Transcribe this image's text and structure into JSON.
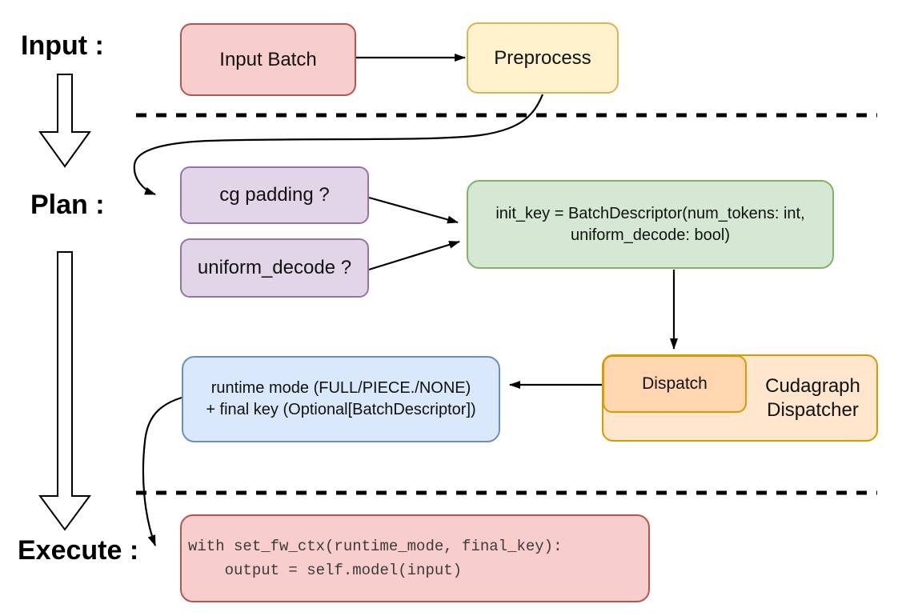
{
  "stage_labels": {
    "input": "Input :",
    "plan": "Plan :",
    "execute": "Execute :"
  },
  "nodes": {
    "input_batch": {
      "label": "Input Batch"
    },
    "preprocess": {
      "label": "Preprocess"
    },
    "cg_padding": {
      "label": "cg padding ?"
    },
    "uniform_decode": {
      "label": "uniform_decode ?"
    },
    "init_key": {
      "line1": "init_key = BatchDescriptor(num_tokens: int,",
      "line2": "uniform_decode: bool)"
    },
    "dispatch": {
      "label": "Dispatch"
    },
    "cudagraph_dispatcher": {
      "line1": "Cudagraph",
      "line2": "Dispatcher"
    },
    "runtime_mode": {
      "line1": "runtime mode (FULL/PIECE./NONE)",
      "line2": "+ final key (Optional[BatchDescriptor])"
    },
    "execute_code": {
      "line1": "with set_fw_ctx(runtime_mode, final_key):",
      "line2": "    output = self.model(input)"
    }
  },
  "styles": {
    "red_node": "background:#f8cecc;border-color:#b85450",
    "yellow_node": "background:#fff2cc;border-color:#d6b656",
    "purple_node": "background:#e1d5e7;border-color:#9673a6",
    "green_node": "background:#d5e8d4;border-color:#82b366",
    "blue_node": "background:#dae8fc;border-color:#6c8ebf",
    "orange_outer_node": "background:#ffe6cc;border-color:#d79b00",
    "orange_inner_node": "background:#ffd6b0;border-color:#d79b00",
    "arrow_color": "#000000"
  }
}
